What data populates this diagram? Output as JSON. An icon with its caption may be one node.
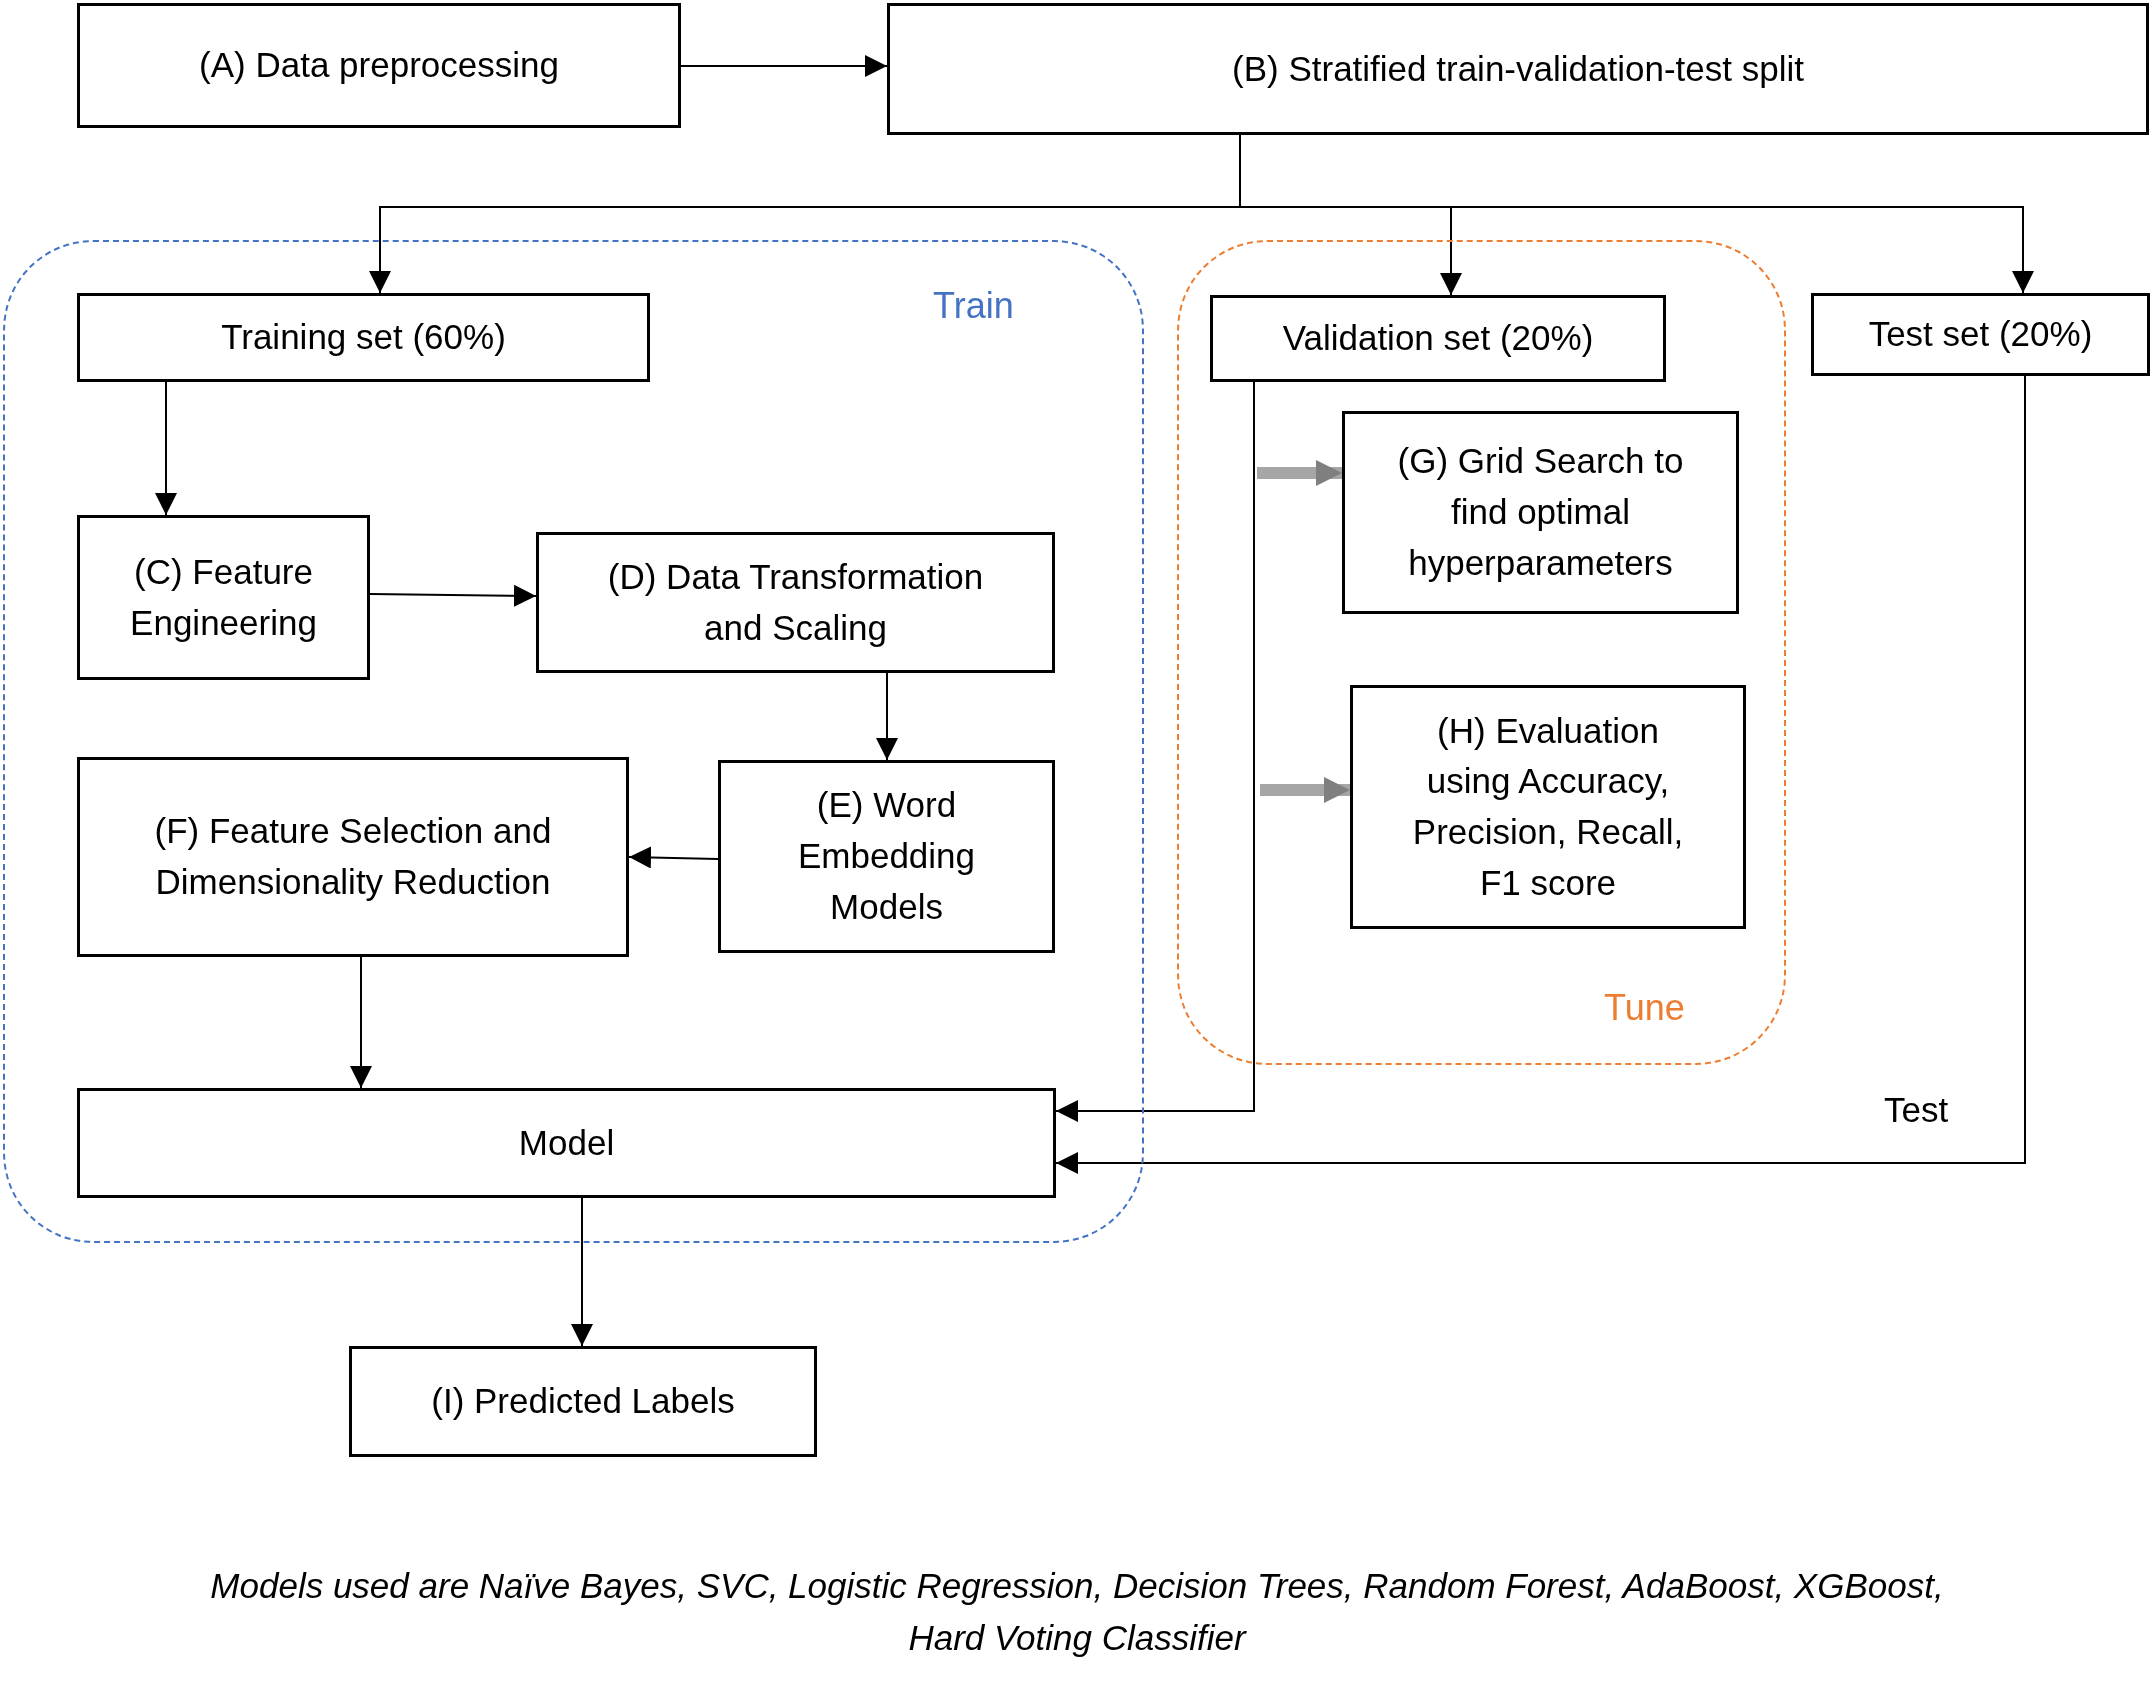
{
  "diagram": {
    "caption": "Models used are Naïve Bayes, SVC, Logistic Regression, Decision Trees, Random Forest, AdaBoost, XGBoost, Hard Voting Classifier",
    "nodes": [
      {
        "text": [
          "(A) Data preprocessing"
        ]
      },
      {
        "text": [
          "(B) Stratified train-validation-test split"
        ]
      },
      {
        "text": [
          "Train"
        ]
      },
      {
        "text": [
          "Training set (60%)"
        ],
        "in": 2
      },
      {
        "text": [
          "Tune"
        ]
      },
      {
        "text": [
          "Validation set (20%)"
        ],
        "in": 4
      },
      {
        "text": [
          "Test set (20%)"
        ]
      },
      {
        "text": [
          "(G) Grid Search to find optimal hyperparameters"
        ],
        "in": 4
      },
      {
        "text": [
          "(C) Feature Engineering"
        ],
        "in": 2
      },
      {
        "text": [
          "(D) Data Transformation and Scaling"
        ],
        "in": 2
      },
      {
        "text": [
          "(H) Evaluation using Accuracy, Precision, Recall, F1 score"
        ],
        "in": 4
      },
      {
        "text": [
          "(E) Word Embedding Models"
        ],
        "in": 2
      },
      {
        "text": [
          "(F) Feature Selection and Dimensionality Reduction"
        ],
        "in": 2
      },
      {
        "text": [
          "Model"
        ],
        "in": 2
      },
      {
        "text": [
          "(I) Predicted Labels"
        ]
      }
    ],
    "edges": [
      {
        "from": 0,
        "to": 1,
        "arrow": "to"
      },
      {
        "from": 1,
        "to": 3,
        "arrow": "to"
      },
      {
        "from": 1,
        "to": 5,
        "arrow": "to"
      },
      {
        "from": 1,
        "to": 6,
        "arrow": "to"
      },
      {
        "from": 3,
        "to": 8,
        "arrow": "to"
      },
      {
        "from": 8,
        "to": 9,
        "arrow": "to"
      },
      {
        "from": 9,
        "to": 11,
        "arrow": "to"
      },
      {
        "from": 11,
        "to": 12,
        "arrow": "to"
      },
      {
        "from": 12,
        "to": 13,
        "arrow": "to"
      },
      {
        "from": null,
        "to": 7,
        "arrow": "to",
        "style": "thick",
        "color": "#a6a6a6"
      },
      {
        "from": null,
        "to": 10,
        "arrow": "to",
        "style": "thick",
        "color": "#a6a6a6"
      },
      {
        "from": 5,
        "to": 13,
        "arrow": "to"
      },
      {
        "from": 6,
        "to": 13,
        "arrow": "to",
        "label": "Test"
      },
      {
        "from": 13,
        "to": 14,
        "arrow": "to"
      }
    ]
  }
}
